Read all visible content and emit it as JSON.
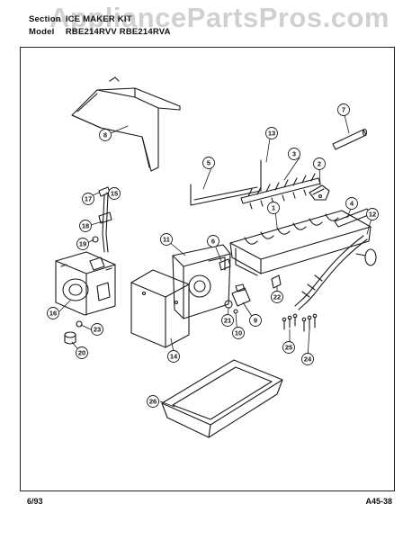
{
  "watermark": "AppliancePartsPros.com",
  "header": {
    "section_label": "Section",
    "section_value": "ICE MAKER KIT",
    "model_label": "Model",
    "model_value": "RBE214RVV  RBE214RVA"
  },
  "footer": {
    "date": "6/93",
    "page_code": "A45-38"
  },
  "callouts": [
    {
      "id": "c1",
      "label": "1"
    },
    {
      "id": "c2",
      "label": "2"
    },
    {
      "id": "c3",
      "label": "3"
    },
    {
      "id": "c4",
      "label": "4"
    },
    {
      "id": "c5",
      "label": "5"
    },
    {
      "id": "c6",
      "label": "6"
    },
    {
      "id": "c7",
      "label": "7"
    },
    {
      "id": "c8",
      "label": "8"
    },
    {
      "id": "c9",
      "label": "9"
    },
    {
      "id": "c10",
      "label": "10"
    },
    {
      "id": "c11",
      "label": "11"
    },
    {
      "id": "c12",
      "label": "12"
    },
    {
      "id": "c13",
      "label": "13"
    },
    {
      "id": "c14",
      "label": "14"
    },
    {
      "id": "c15",
      "label": "15"
    },
    {
      "id": "c16",
      "label": "16"
    },
    {
      "id": "c17",
      "label": "17"
    },
    {
      "id": "c18",
      "label": "18"
    },
    {
      "id": "c19",
      "label": "19"
    },
    {
      "id": "c20",
      "label": "20"
    },
    {
      "id": "c21",
      "label": "21"
    },
    {
      "id": "c22",
      "label": "22"
    },
    {
      "id": "c23",
      "label": "23"
    },
    {
      "id": "c24",
      "label": "24"
    },
    {
      "id": "c25",
      "label": "25"
    },
    {
      "id": "c26",
      "label": "26"
    }
  ]
}
